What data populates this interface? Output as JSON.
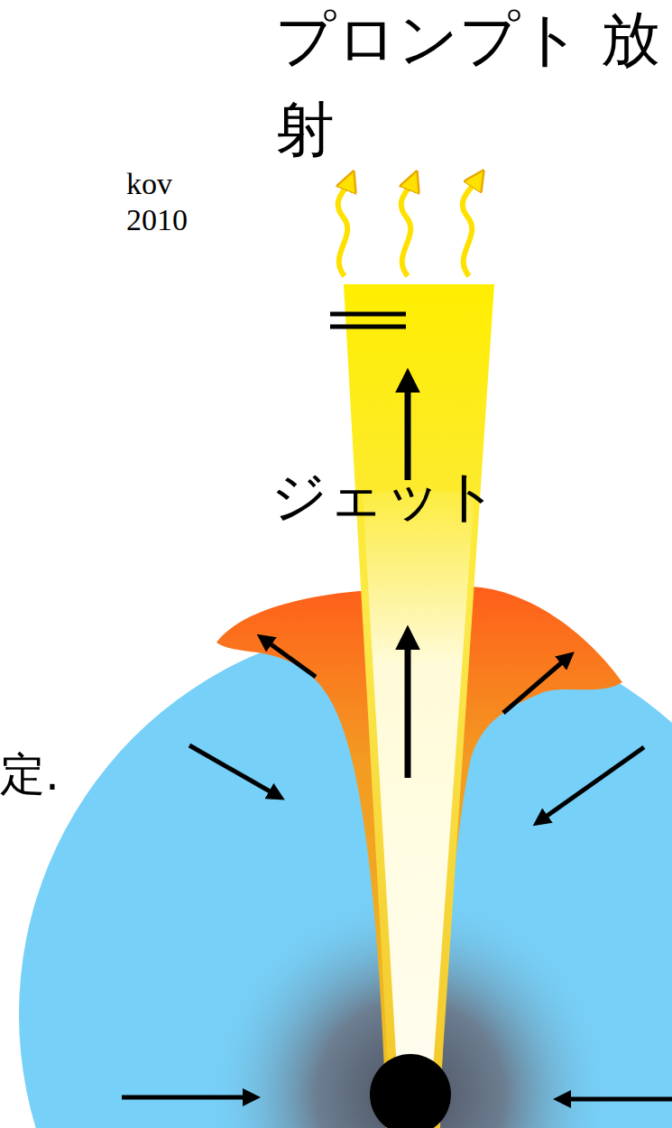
{
  "diagram": {
    "nodes": [
      {
        "text": [
          "ジェット"
        ]
      }
    ],
    "labels": [
      "プロンプト 放射",
      "kov 2010",
      "定."
    ]
  }
}
